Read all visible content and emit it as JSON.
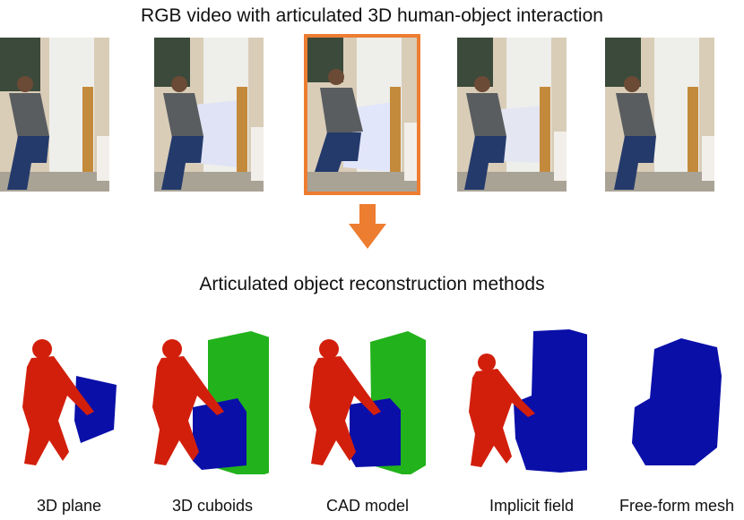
{
  "header": {
    "title": "RGB video with articulated 3D human-object interaction"
  },
  "section": {
    "title": "Articulated object reconstruction methods"
  },
  "frames": [
    {
      "name": "video-frame-1",
      "selected": false,
      "door_open": 0.15
    },
    {
      "name": "video-frame-2",
      "selected": false,
      "door_open": 0.55
    },
    {
      "name": "video-frame-3",
      "selected": true,
      "door_open": 0.75
    },
    {
      "name": "video-frame-4",
      "selected": false,
      "door_open": 0.4
    },
    {
      "name": "video-frame-5",
      "selected": false,
      "door_open": 0.1
    }
  ],
  "colors": {
    "highlight": "#ED7D31",
    "human": "#D21F0C",
    "object": "#0A0FA8",
    "cad_green": "#22B21C"
  },
  "methods": [
    {
      "label": "3D plane"
    },
    {
      "label": "3D cuboids"
    },
    {
      "label": "CAD model"
    },
    {
      "label": "Implicit field"
    },
    {
      "label": "Free-form mesh"
    }
  ]
}
